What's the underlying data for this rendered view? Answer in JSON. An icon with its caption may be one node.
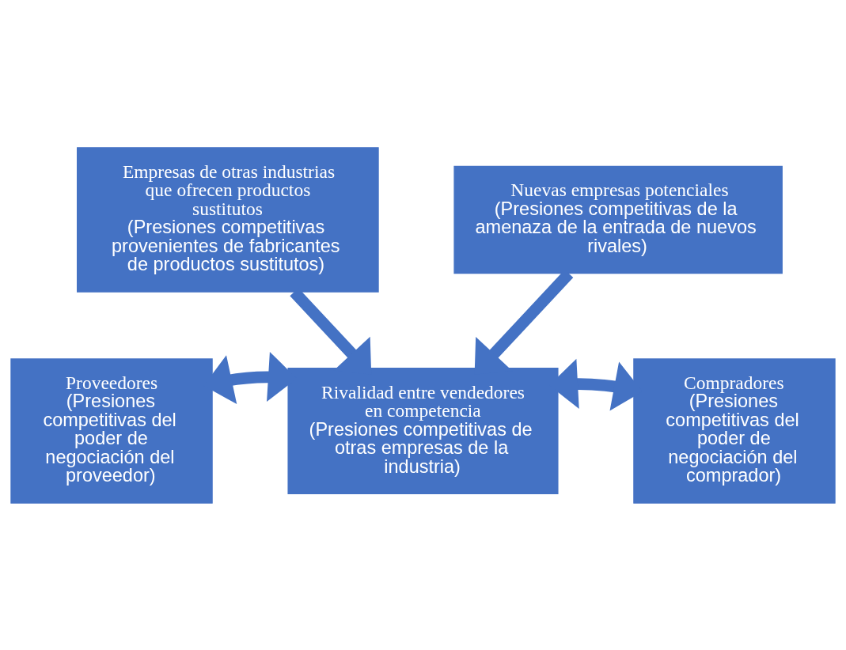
{
  "diagram": {
    "nodes": [
      {
        "text": [
          "Empresas de otras industrias que ofrecen productos sustitutos",
          "(Presiones competitivas provenientes de fabricantes de productos sustitutos)"
        ]
      },
      {
        "text": [
          "Proveedores",
          "(Presiones competitivas del poder de negociación del proveedor)"
        ]
      },
      {
        "text": [
          "Rivalidad entre vendedores en competencia",
          "(Presiones competitivas de otras empresas de la industria)"
        ]
      },
      {
        "text": [
          "Compradores",
          "(Presiones competitivas del poder de negociación del comprador)"
        ]
      },
      {
        "text": [
          "Nuevas empresas potenciales",
          "(Presiones competitivas de la amenaza de la entrada de nuevos rivales)"
        ]
      }
    ],
    "edges": [
      {
        "from": 0,
        "to": 2,
        "arrow": "to"
      },
      {
        "from": 1,
        "to": 2,
        "arrow": "both"
      },
      {
        "from": 3,
        "to": 2,
        "arrow": "both"
      },
      {
        "from": 4,
        "to": 2,
        "arrow": "to"
      }
    ]
  }
}
